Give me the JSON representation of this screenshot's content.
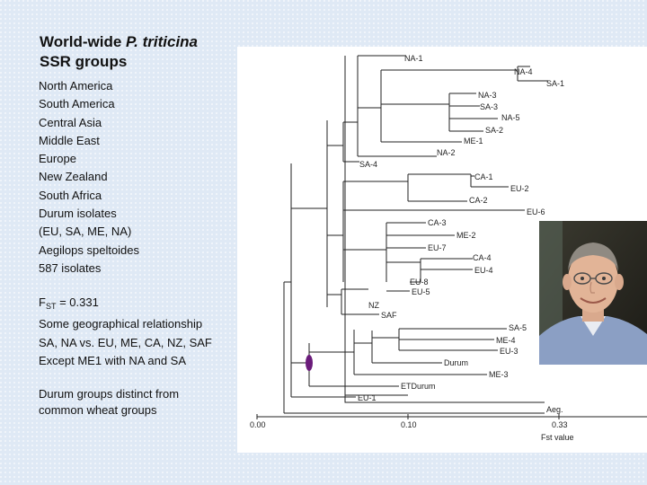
{
  "title": {
    "line1_prefix": "World-wide ",
    "line1_italic": "P. triticina",
    "line2": "SSR groups"
  },
  "regions": [
    "North America",
    "South America",
    "Central Asia",
    "Middle East",
    "Europe",
    "New Zealand",
    "South Africa",
    "Durum isolates",
    "(EU, SA, ME, NA)",
    "Aegilops speltoides",
    "587 isolates"
  ],
  "stats": {
    "fst_symbol": "F",
    "fst_sub": "ST",
    "fst_value": " = 0.331",
    "line2": "Some geographical relationship",
    "line3": "SA, NA vs. EU, ME, CA, NZ, SAF",
    "line4": "Except ME1 with NA and SA"
  },
  "notes": {
    "line1": "Durum groups distinct from",
    "line2": "common wheat groups"
  },
  "tree": {
    "leaf_labels": {
      "na1": "NA-1",
      "na4": "NA-4",
      "sa1": "SA-1",
      "na3": "NA-3",
      "sa3": "SA-3",
      "na5": "NA-5",
      "sa2": "SA-2",
      "me1": "ME-1",
      "na2": "NA-2",
      "sa4": "SA-4",
      "ca1": "CA-1",
      "eu2": "EU-2",
      "ca2": "CA-2",
      "eu6": "EU-6",
      "ca3": "CA-3",
      "me2": "ME-2",
      "eu7": "EU-7",
      "ca4": "CA-4",
      "eu4": "EU-4",
      "eu8": "EU-8",
      "eu5": "EU-5",
      "nz": "NZ",
      "saf": "SAF",
      "sa5": "SA-5",
      "me4": "ME-4",
      "eu3": "EU-3",
      "durum": "Durum",
      "me3": "ME-3",
      "etdurum": "ETDurum",
      "eu1": "EU-1",
      "aeg": "Aeg."
    },
    "axis": {
      "ticks": [
        "0.00",
        "0.10",
        "0.33"
      ],
      "label": "Fst value"
    },
    "marker_color": "#6a1b7a"
  }
}
